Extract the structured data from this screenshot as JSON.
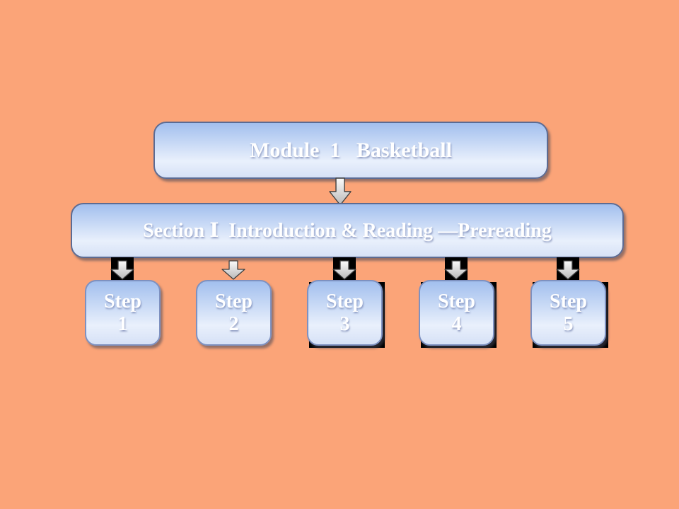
{
  "slide": {
    "background_color": "#fba478",
    "module_box": {
      "label": "Module  1   Basketball"
    },
    "section_box": {
      "label": "Section Ⅰ  Introduction & Reading —Prereading"
    },
    "steps": [
      {
        "line1": "Step",
        "line2": "1"
      },
      {
        "line1": "Step",
        "line2": "2"
      },
      {
        "line1": "Step",
        "line2": "3"
      },
      {
        "line1": "Step",
        "line2": "4"
      },
      {
        "line1": "Step",
        "line2": "5"
      }
    ],
    "connector_icon": "down-block-arrow",
    "colors": {
      "box_gradient_top": "#a2bfee",
      "box_gradient_bottom": "#d6e1f6",
      "box_border": "#5c6b93",
      "step_box_border": "#7e91c0",
      "text": "#ffffff",
      "arrow_fill_light": "#fbfbfb",
      "arrow_fill_dark": "#b9b9b9",
      "arrow_outline": "#3f3f3f",
      "connector_backdrop": "#000000"
    }
  }
}
